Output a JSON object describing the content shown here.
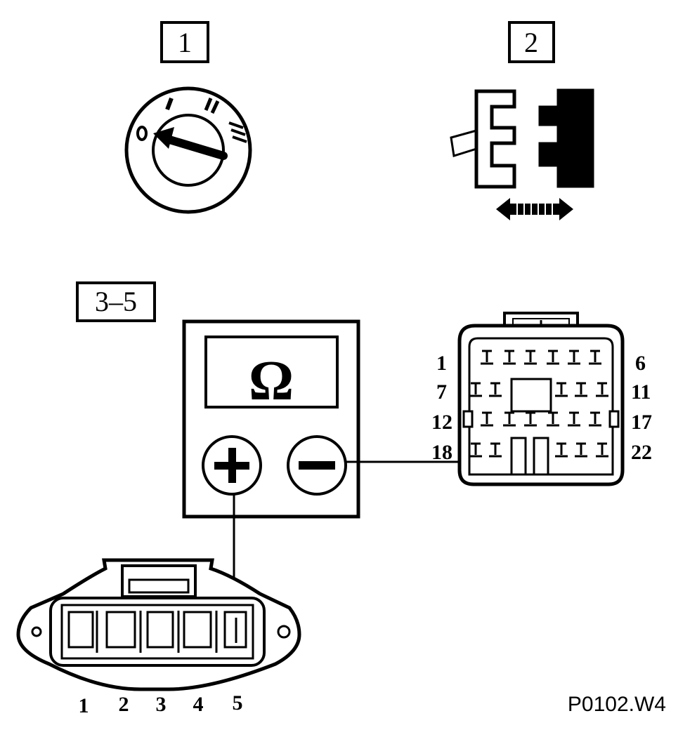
{
  "steps": {
    "step1": "1",
    "step2": "2",
    "step3": "3–5"
  },
  "ignition_switch": {
    "positions": [
      "0",
      "I",
      "II",
      "III"
    ]
  },
  "ohmmeter": {
    "symbol": "Ω",
    "plus": "+",
    "minus": "−"
  },
  "large_connector": {
    "pin_labels": {
      "row1_left": "1",
      "row1_right": "6",
      "row2_left": "7",
      "row2_right": "11",
      "row3_left": "12",
      "row3_right": "17",
      "row4_left": "18",
      "row4_right": "22"
    }
  },
  "small_connector": {
    "pins": [
      "1",
      "2",
      "3",
      "4",
      "5"
    ]
  },
  "figure_code": "P0102.W4",
  "colors": {
    "ink": "#000000",
    "paper": "#ffffff"
  }
}
